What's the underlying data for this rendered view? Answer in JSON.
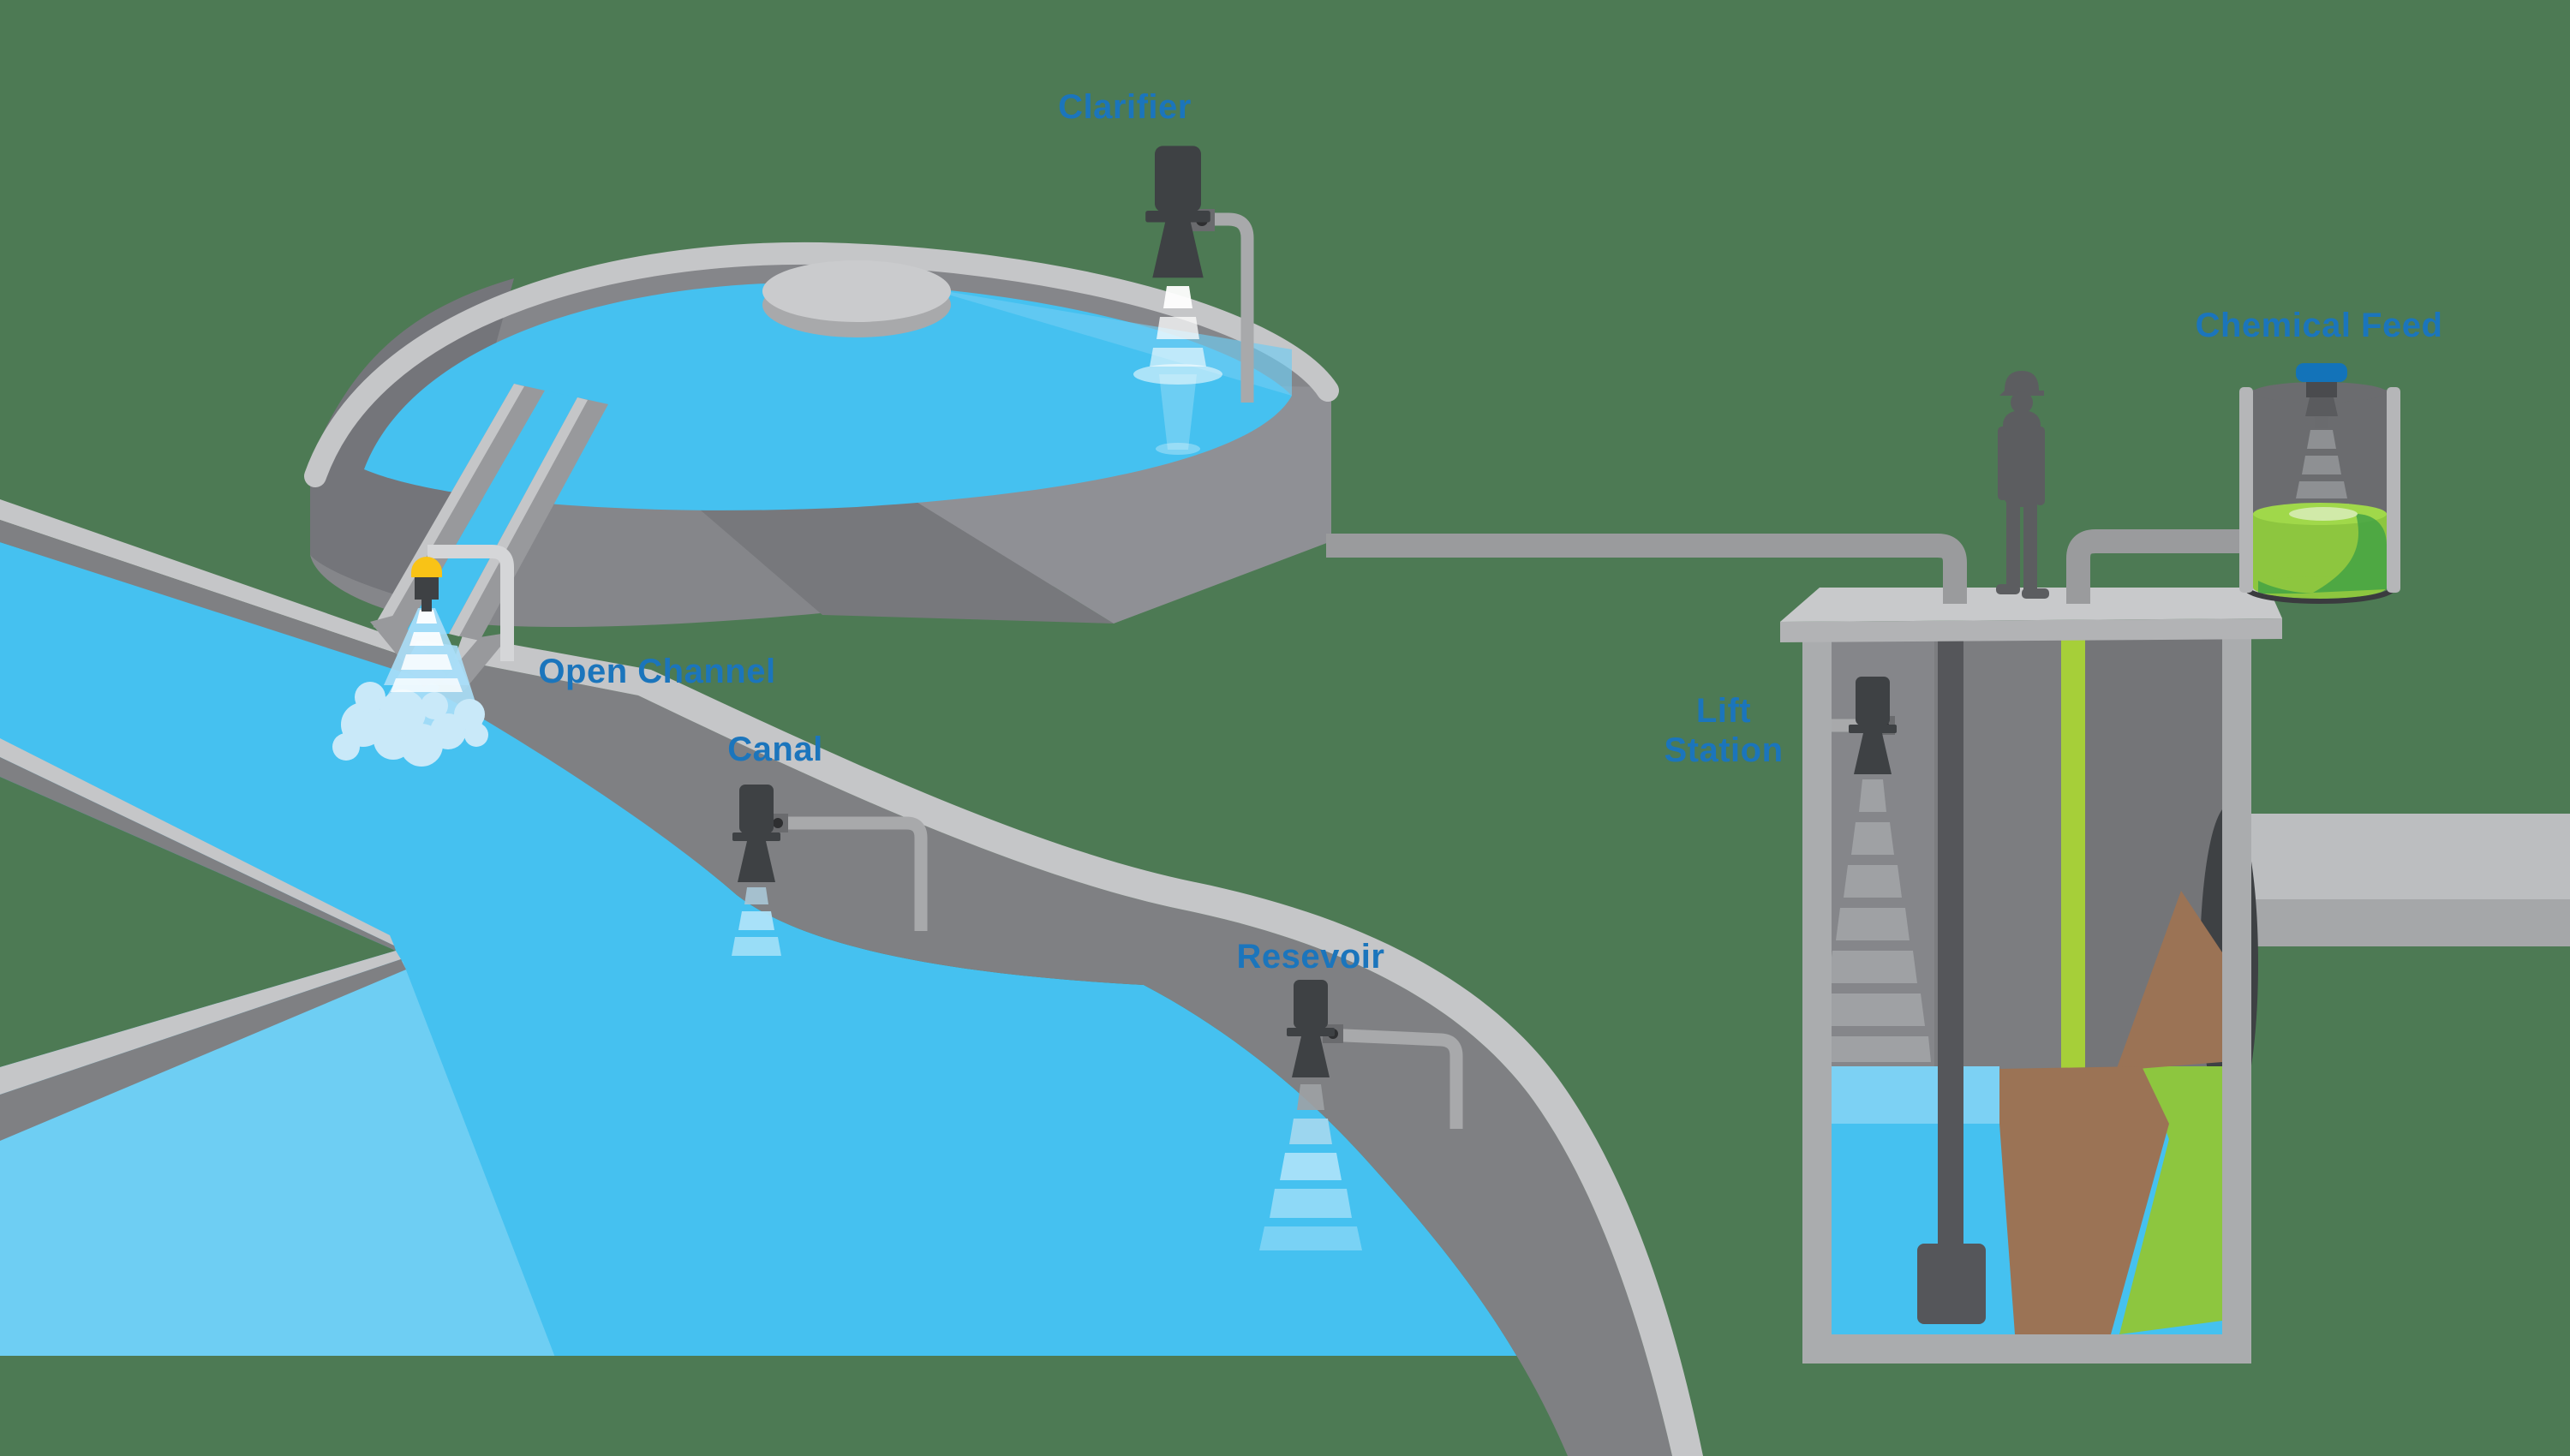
{
  "labels": {
    "clarifier": "Clarifier",
    "chemical_feed": "Chemical Feed",
    "open_channel": "Open Channel",
    "canal": "Canal",
    "reservoir": "Resevoir",
    "lift_station_line1": "Lift",
    "lift_station_line2": "Station"
  },
  "colors": {
    "label_text": "#1b75bc",
    "background_green": "#4d7a54",
    "water_blue": "#45c1f0",
    "water_blue_light": "#7cd1f4",
    "channel_fall_blue": "#aadef7",
    "foam_blue": "#c9e9f9",
    "chemical_green": "#8dc63f",
    "chemical_green_dark": "#3fa045",
    "lime_pipe_green": "#a6cf39",
    "ramp_brown": "#9b7355",
    "sensor_dark": "#3e4144",
    "sensor_cap_yellow": "#f9c316",
    "sensor_cap_blue": "#1373b9",
    "pipe_gray": "#9a9b9d",
    "bank_light": "#c5c6c8",
    "bank_gray": "#7f8083"
  },
  "devices": {
    "level_sensors": [
      "clarifier",
      "open-channel",
      "canal",
      "reservoir",
      "lift-station",
      "chemical-feed"
    ],
    "figures": [
      "operator-silhouette"
    ]
  }
}
